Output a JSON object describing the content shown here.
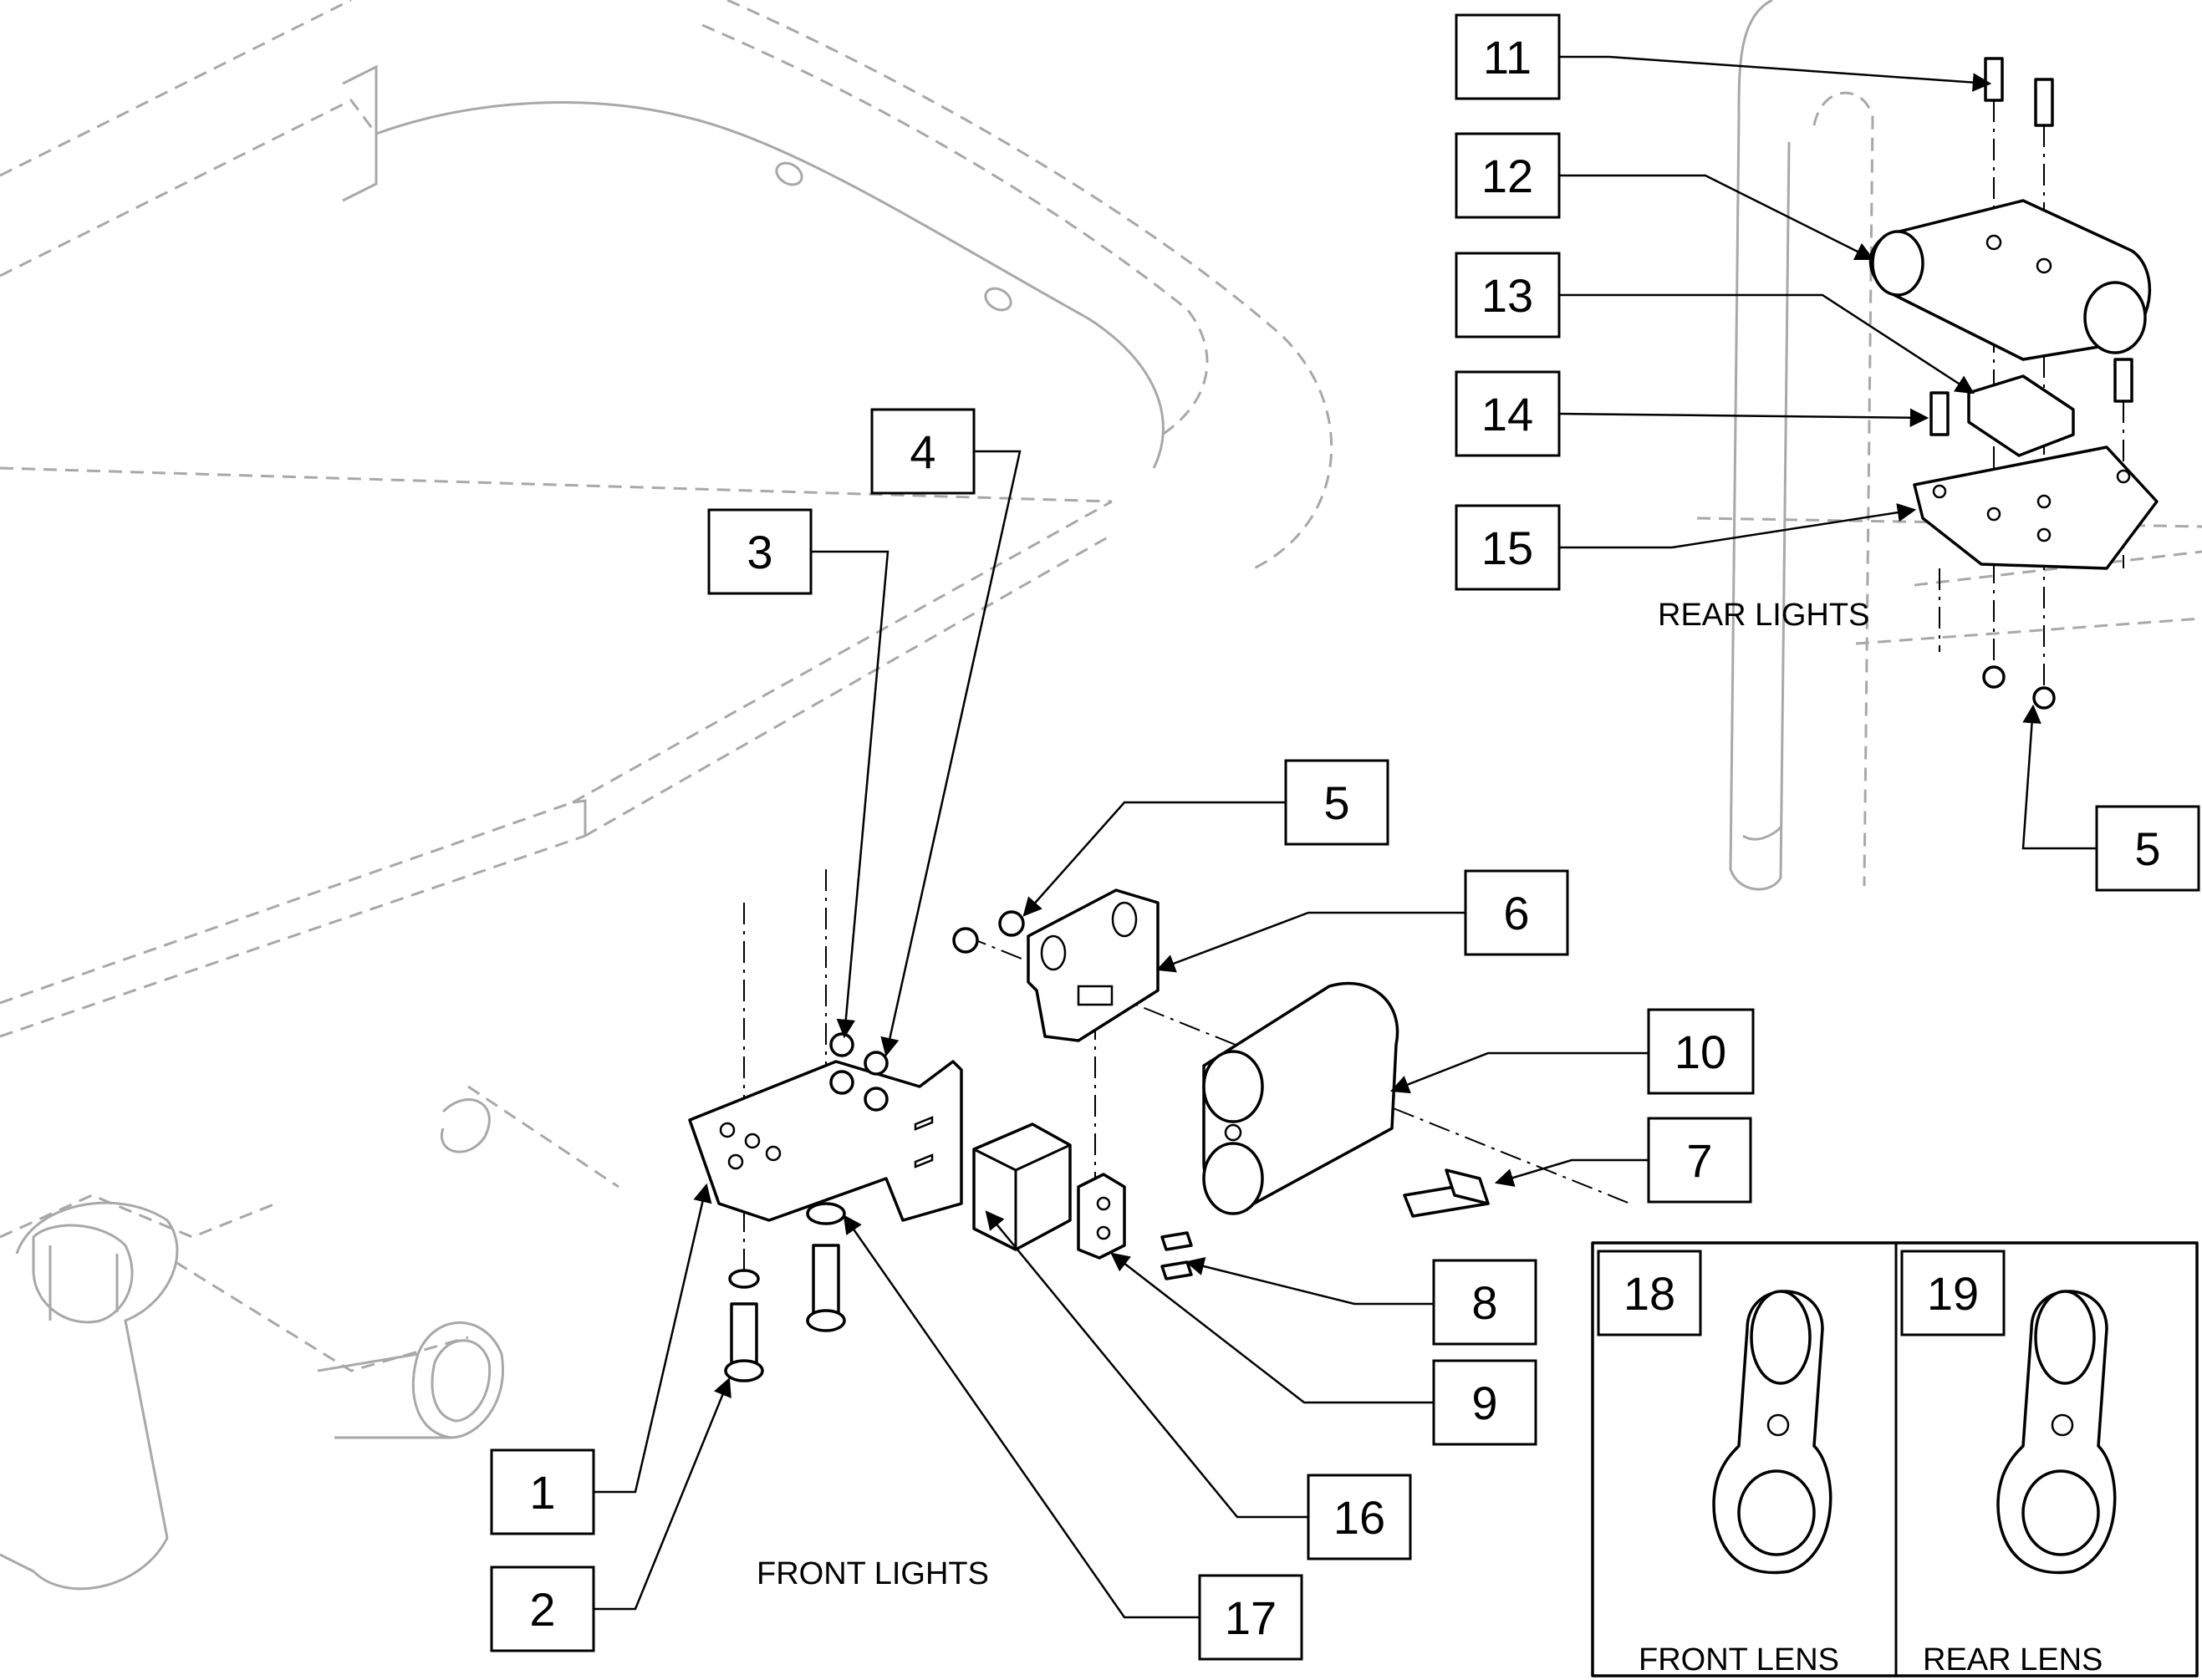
{
  "callouts": [
    {
      "label": "1"
    },
    {
      "label": "2"
    },
    {
      "label": "3"
    },
    {
      "label": "4"
    },
    {
      "label": "5"
    },
    {
      "label": "6"
    },
    {
      "label": "7"
    },
    {
      "label": "8"
    },
    {
      "label": "9"
    },
    {
      "label": "10"
    },
    {
      "label": "11"
    },
    {
      "label": "12"
    },
    {
      "label": "13"
    },
    {
      "label": "14"
    },
    {
      "label": "15"
    },
    {
      "label": "5"
    },
    {
      "label": "16"
    },
    {
      "label": "17"
    },
    {
      "label": "18"
    },
    {
      "label": "19"
    }
  ],
  "captions": {
    "front_lights": "FRONT LIGHTS",
    "rear_lights": "REAR LIGHTS",
    "front_lens": "FRONT LENS",
    "rear_lens": "REAR LENS"
  }
}
